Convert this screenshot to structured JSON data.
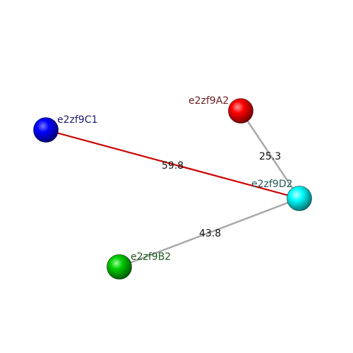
{
  "nodes": [
    {
      "id": "a2",
      "label": "e2zf9A2",
      "color": "#ff0000",
      "label_color": "#6b1d1d"
    },
    {
      "id": "c1",
      "label": "e2zf9C1",
      "color": "#0000ff",
      "label_color": "#1a1a6e"
    },
    {
      "id": "d2",
      "label": "e2zf9D2",
      "color": "#00ffff",
      "label_color": "#1f5a5a"
    },
    {
      "id": "b2",
      "label": "e2zf9B2",
      "color": "#00cc00",
      "label_color": "#1f5a1f"
    }
  ],
  "edges": [
    {
      "from": "c1",
      "to": "d2",
      "label": "59.8",
      "color": "#cc0000"
    },
    {
      "from": "a2",
      "to": "d2",
      "label": "25.3",
      "color": "#c8c8c8"
    },
    {
      "from": "b2",
      "to": "d2",
      "label": "43.8",
      "color": "#c8c8c8"
    }
  ]
}
